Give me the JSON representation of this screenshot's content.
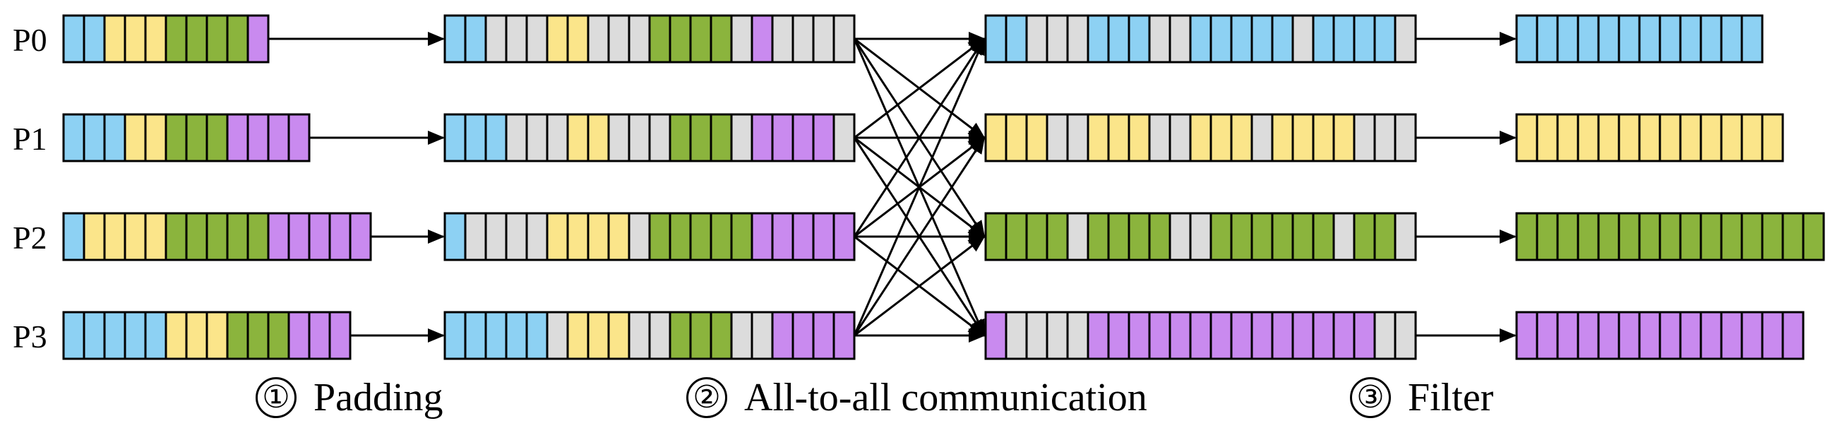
{
  "colors": {
    "B": "#8dd1f3",
    "Y": "#fbe58a",
    "G": "#8bb43d",
    "P": "#c98aef",
    "X": "#dcdcdc",
    "stroke": "#000000"
  },
  "process_labels": [
    "P0",
    "P1",
    "P2",
    "P3"
  ],
  "steps": [
    {
      "number": "①",
      "label": "Padding"
    },
    {
      "number": "②",
      "label": "All-to-all communication"
    },
    {
      "number": "③",
      "label": "Filter"
    }
  ],
  "stages": {
    "input": [
      "BBYYYGGGGP",
      "BBBYYGGGPPPP",
      "BYYYYGGGGGPPPPP",
      "BBBBBYYYGGGPPP"
    ],
    "padded": [
      "BBXXXYYXXXGGGGXPXXXX",
      "BBBXXXYYXXXGGGXPPPPX",
      "BXXXXYYYYXGGGGGPPPPP",
      "BBBBBXYYYXXGGGXXPPPP"
    ],
    "received": [
      "BBXXXBBBXXBBBBBXBBBBX",
      "YYYXXYYYXXYYYXYYYYXXX",
      "GGGGXGGGGXXGGGGGGXGGX",
      "PXXXXPPPPPPPPPPPPPPXX"
    ],
    "output": [
      "BBBBBBBBBBBB",
      "YYYYYYYYYYYYY",
      "GGGGGGGGGGGGGGG",
      "PPPPPPPPPPPPPP"
    ]
  }
}
